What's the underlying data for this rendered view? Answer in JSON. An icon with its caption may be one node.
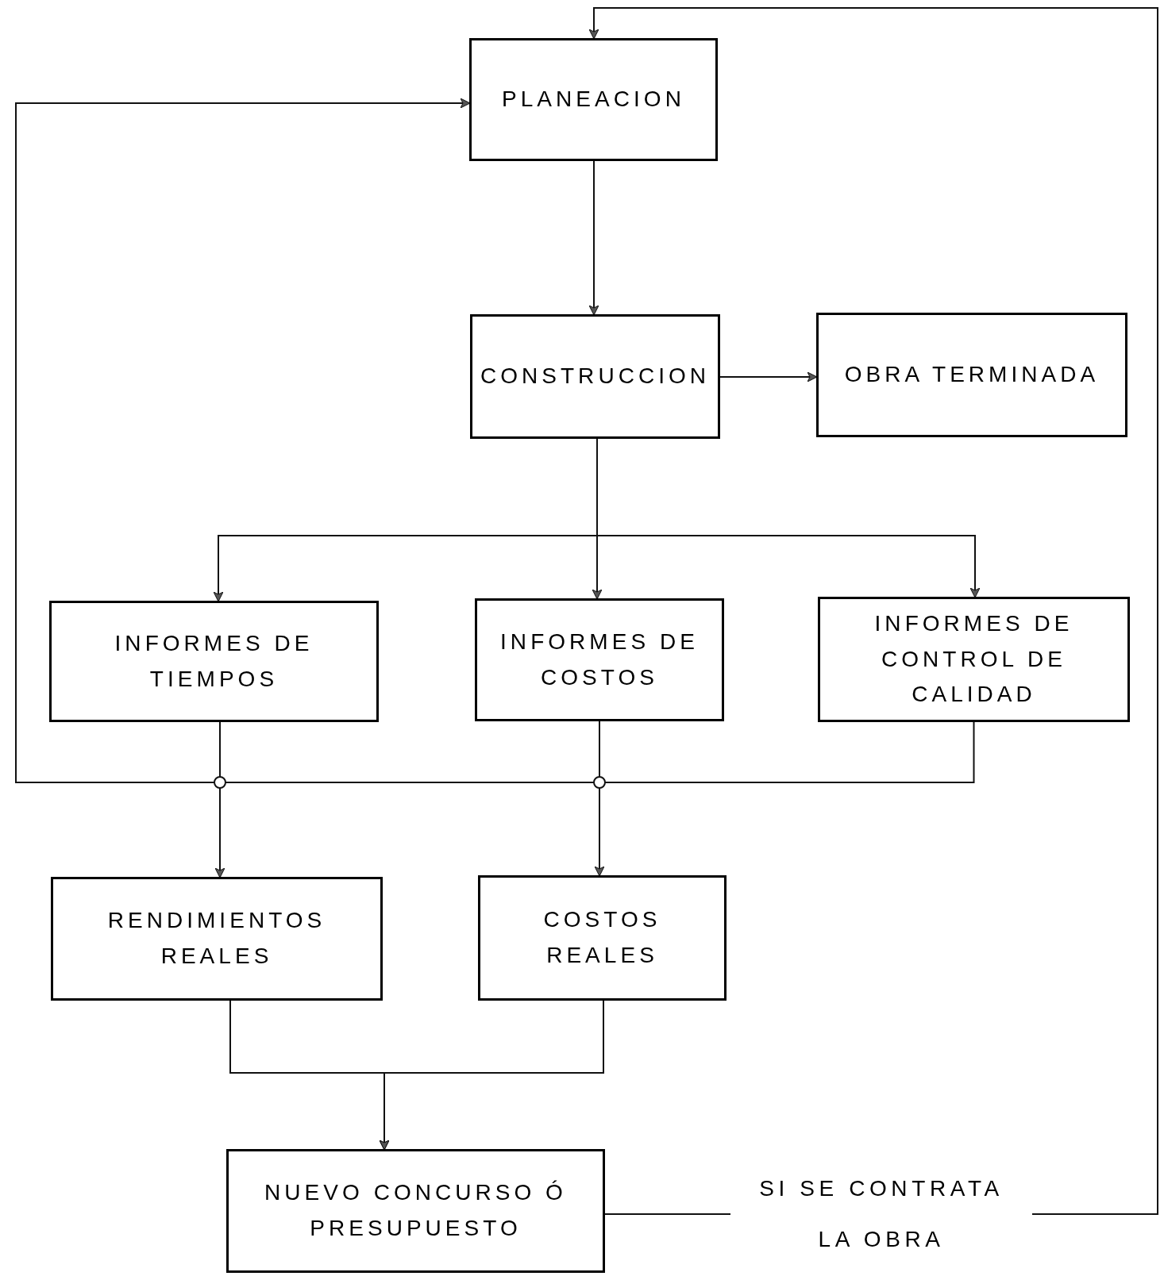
{
  "diagram": {
    "nodes": [
      {
        "text": [
          "PLANEACION"
        ]
      },
      {
        "text": [
          "CONSTRUCCION"
        ]
      },
      {
        "text": [
          "OBRA TERMINADA"
        ]
      },
      {
        "text": [
          "INFORMES DE TIEMPOS"
        ]
      },
      {
        "text": [
          "INFORMES DE COSTOS"
        ]
      },
      {
        "text": [
          "INFORMES DE CONTROL DE CALIDAD"
        ]
      },
      {
        "text": [
          "RENDIMIENTOS REALES"
        ]
      },
      {
        "text": [
          "COSTOS REALES"
        ]
      },
      {
        "text": [
          "NUEVO CONCURSO Ó PRESUPUESTO"
        ]
      }
    ],
    "edges": [
      {
        "from": 0,
        "to": 1,
        "arrow": "to"
      },
      {
        "from": 1,
        "to": 2,
        "arrow": "to"
      },
      {
        "from": 1,
        "to": 3,
        "arrow": "to"
      },
      {
        "from": 1,
        "to": 4,
        "arrow": "to"
      },
      {
        "from": 1,
        "to": 5,
        "arrow": "to"
      },
      {
        "from": 3,
        "to": 6,
        "arrow": "to"
      },
      {
        "from": 4,
        "to": 7,
        "arrow": "to"
      },
      {
        "from": 5,
        "to": 0,
        "arrow": "to"
      },
      {
        "from": 6,
        "to": 8,
        "arrow": "to"
      },
      {
        "from": 7,
        "to": 8,
        "arrow": "to"
      },
      {
        "from": 8,
        "to": 0,
        "arrow": "to",
        "label": "SI SE CONTRATA LA OBRA"
      }
    ]
  }
}
